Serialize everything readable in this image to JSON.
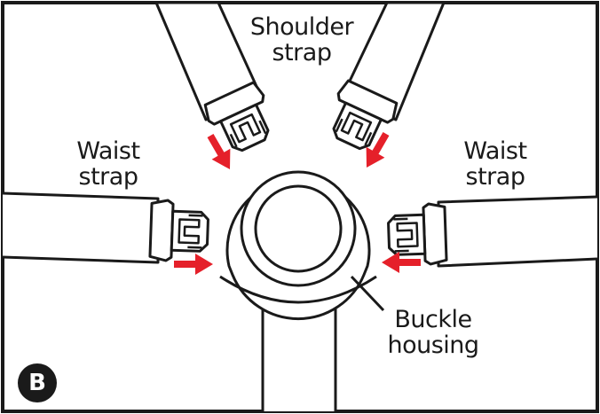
{
  "figure_label": "B",
  "labels": {
    "shoulder": [
      "Shoulder",
      "strap"
    ],
    "waist_left": [
      "Waist",
      "strap"
    ],
    "waist_right": [
      "Waist",
      "strap"
    ],
    "buckle": [
      "Buckle",
      "housing"
    ]
  },
  "colors": {
    "line": "#1a1a1a",
    "arrow": "#e5202a",
    "background": "#ffffff"
  }
}
